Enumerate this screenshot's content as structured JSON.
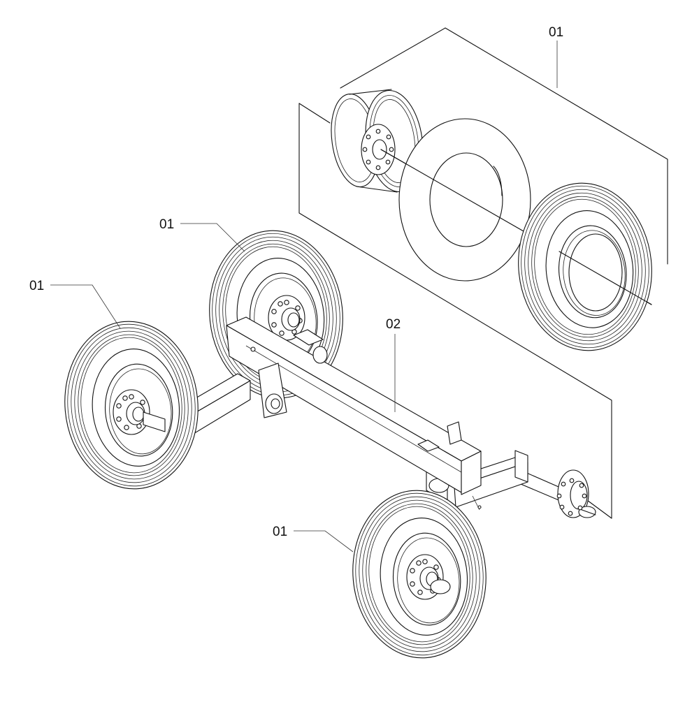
{
  "callouts": {
    "top_right": "01",
    "rear_left_wheel": "01",
    "front_left_wheel": "01",
    "axle_frame": "02",
    "front_right_wheel": "01"
  }
}
